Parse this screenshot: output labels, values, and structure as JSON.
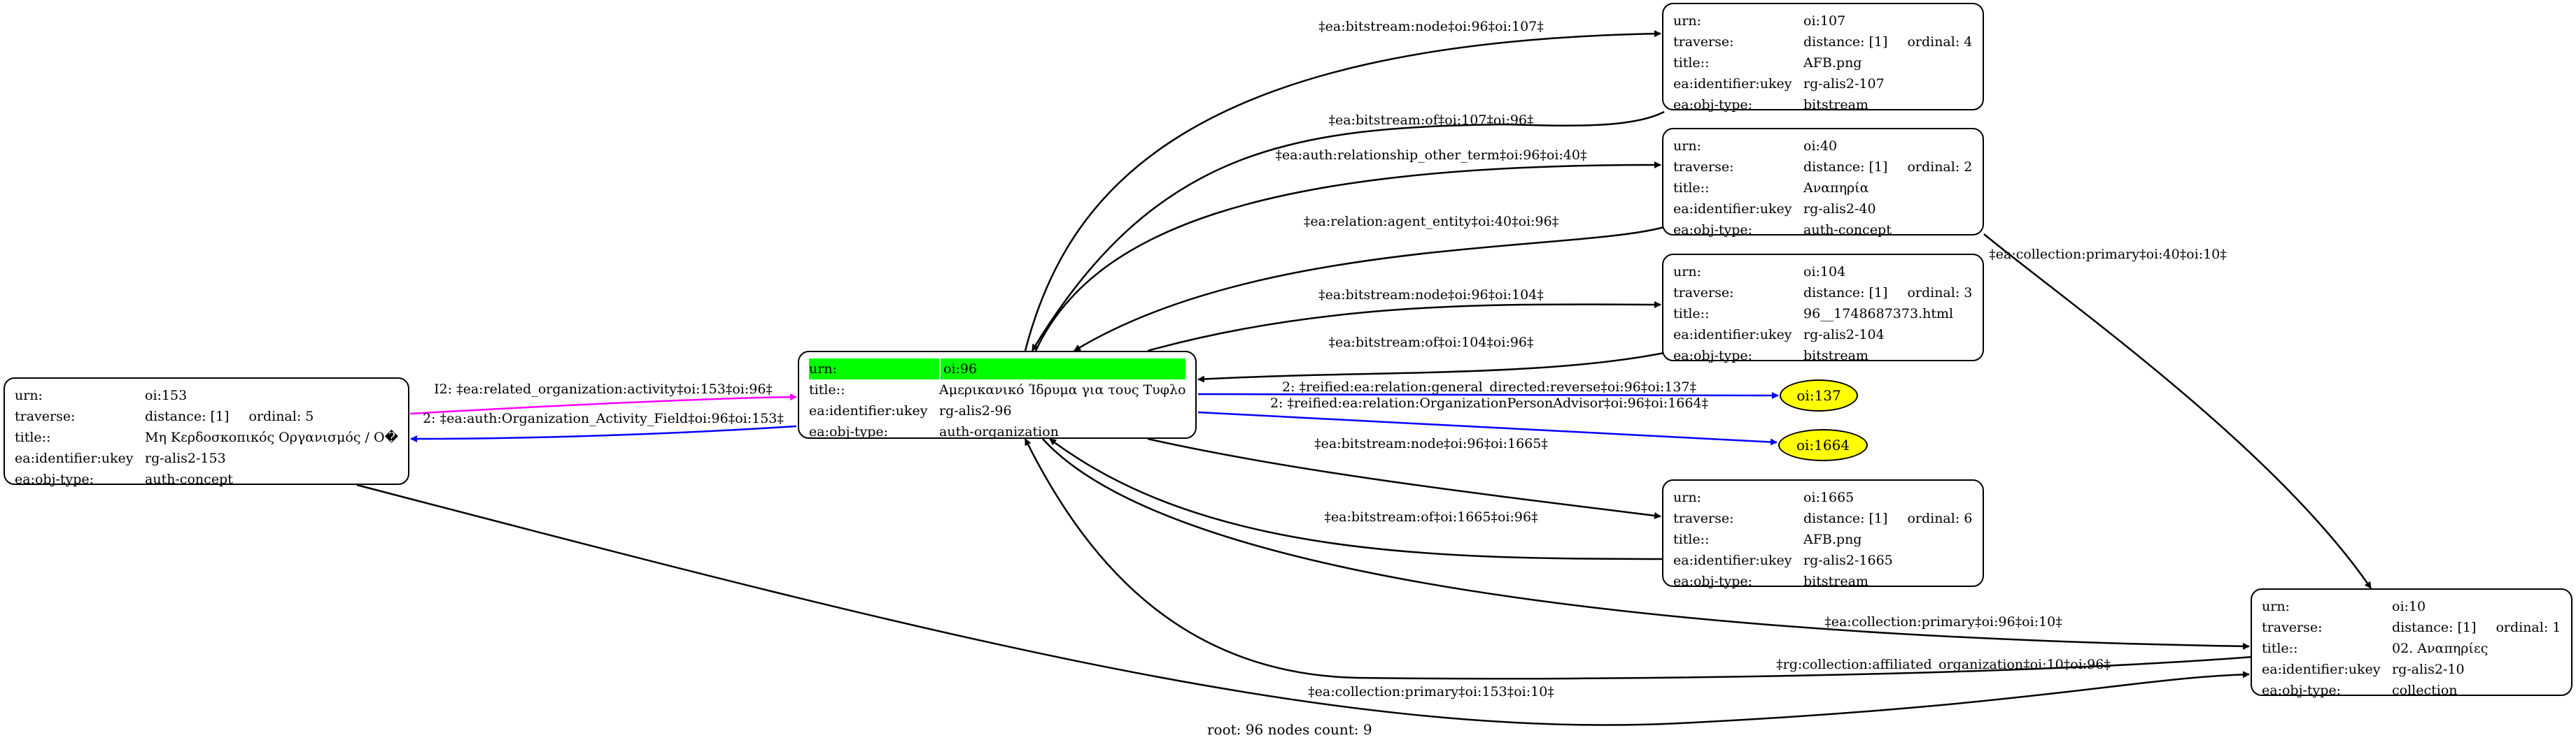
{
  "nodes": {
    "n96": {
      "urn": "oi:96",
      "title": "Αμερικανικό Ίδρυμα για τους Τυφλούς",
      "ukey": "rg-alis2-96",
      "objtype": "auth-organization"
    },
    "n153": {
      "urn": "oi:153",
      "traverse": "distance: [1]",
      "ordinal": "ordinal: 5",
      "title": "Μη Κερδοσκοπικός Οργανισμός / Ο�...",
      "ukey": "rg-alis2-153",
      "objtype": "auth-concept"
    },
    "n107": {
      "urn": "oi:107",
      "traverse": "distance: [1]",
      "ordinal": "ordinal: 4",
      "title": "AFB.png",
      "ukey": "rg-alis2-107",
      "objtype": "bitstream"
    },
    "n40": {
      "urn": "oi:40",
      "traverse": "distance: [1]",
      "ordinal": "ordinal: 2",
      "title": "Αναπηρία",
      "ukey": "rg-alis2-40",
      "objtype": "auth-concept"
    },
    "n104": {
      "urn": "oi:104",
      "traverse": "distance: [1]",
      "ordinal": "ordinal: 3",
      "title": "96__1748687373.html",
      "ukey": "rg-alis2-104",
      "objtype": "bitstream"
    },
    "n1665": {
      "urn": "oi:1665",
      "traverse": "distance: [1]",
      "ordinal": "ordinal: 6",
      "title": "AFB.png",
      "ukey": "rg-alis2-1665",
      "objtype": "bitstream"
    },
    "n10": {
      "urn": "oi:10",
      "traverse": "distance: [1]",
      "ordinal": "ordinal: 1",
      "title": "02. Αναπηρίες",
      "ukey": "rg-alis2-10",
      "objtype": "collection"
    }
  },
  "field_labels": {
    "urn": "urn:",
    "traverse": "traverse:",
    "title": "title::",
    "ukey": "ea:identifier:ukey",
    "objtype": "ea:obj-type:"
  },
  "ellipses": {
    "e137": "oi:137",
    "e1664": "oi:1664"
  },
  "edges": [
    {
      "label": "‡ea:bitstream:node‡oi:96‡oi:107‡",
      "color": "#000000"
    },
    {
      "label": "‡ea:bitstream:of‡oi:107‡oi:96‡",
      "color": "#000000"
    },
    {
      "label": "‡ea:auth:relationship_other_term‡oi:96‡oi:40‡",
      "color": "#000000"
    },
    {
      "label": "‡ea:relation:agent_entity‡oi:40‡oi:96‡",
      "color": "#000000"
    },
    {
      "label": "‡ea:collection:primary‡oi:40‡oi:10‡",
      "color": "#000000"
    },
    {
      "label": "‡ea:bitstream:node‡oi:96‡oi:104‡",
      "color": "#000000"
    },
    {
      "label": "‡ea:bitstream:of‡oi:104‡oi:96‡",
      "color": "#000000"
    },
    {
      "label": "2: ‡reified:ea:relation:general_directed:reverse‡oi:96‡oi:137‡",
      "color": "#0000ff"
    },
    {
      "label": "2: ‡reified:ea:relation:OrganizationPersonAdvisor‡oi:96‡oi:1664‡",
      "color": "#0000ff"
    },
    {
      "label": "‡ea:bitstream:node‡oi:96‡oi:1665‡",
      "color": "#000000"
    },
    {
      "label": "‡ea:bitstream:of‡oi:1665‡oi:96‡",
      "color": "#000000"
    },
    {
      "label": "‡ea:collection:primary‡oi:96‡oi:10‡",
      "color": "#000000"
    },
    {
      "label": "‡rg:collection:affiliated_organization‡oi:10‡oi:96‡",
      "color": "#000000"
    },
    {
      "label": "‡ea:collection:primary‡oi:153‡oi:10‡",
      "color": "#000000"
    },
    {
      "label": "I2: ‡ea:related_organization:activity‡oi:153‡oi:96‡",
      "color": "#ff00ff"
    },
    {
      "label": "2: ‡ea:auth:Organization_Activity_Field‡oi:96‡oi:153‡",
      "color": "#0000ff"
    }
  ],
  "footer": "root: 96 nodes count: 9"
}
